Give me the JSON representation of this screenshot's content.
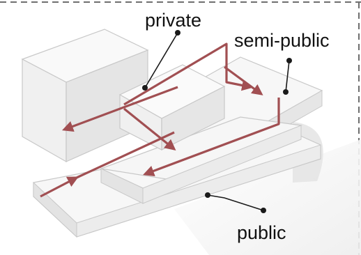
{
  "labels": {
    "private": "private",
    "semi_public": "semi-public",
    "public": "public"
  },
  "colors": {
    "arrow": "#a14f52",
    "leader": "#1a1a1a",
    "block_top": "#f7f7f7",
    "block_side": "#e3e3e3",
    "block_edge": "#c8c8c8",
    "border_dash": "#6e6e6e"
  }
}
